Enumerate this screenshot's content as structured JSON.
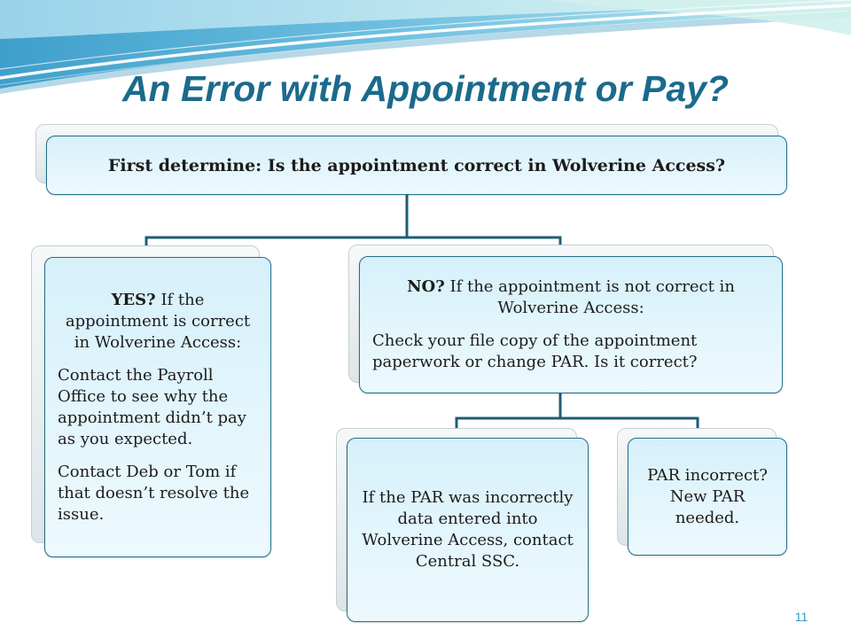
{
  "slide": {
    "title": "An Error with Appointment or Pay?",
    "page_number": "11"
  },
  "diagram": {
    "root": {
      "text": "First determine: Is the appointment correct in Wolverine Access?"
    },
    "yes_branch": {
      "label": "YES?",
      "condition": "If the appointment is correct in Wolverine Access:",
      "steps": [
        "Contact the Payroll Office to see why the appointment didn’t pay as you expected.",
        "Contact Deb or Tom if that doesn’t resolve the issue."
      ]
    },
    "no_branch": {
      "label": "NO?",
      "condition": "If the appointment is not correct in Wolverine Access:",
      "steps": [
        "Check your file copy of the appointment paperwork or change PAR. Is it correct?"
      ],
      "outcomes": [
        "If the PAR was incorrectly data entered into Wolverine Access, contact Central SSC.",
        "PAR incorrect? New PAR needed."
      ]
    }
  },
  "colors": {
    "title": "#1b6a8c",
    "box_border": "#226f89",
    "box_fill": "#d6f0fa",
    "connector": "#1c5f74",
    "page_number": "#2e9cc4"
  }
}
